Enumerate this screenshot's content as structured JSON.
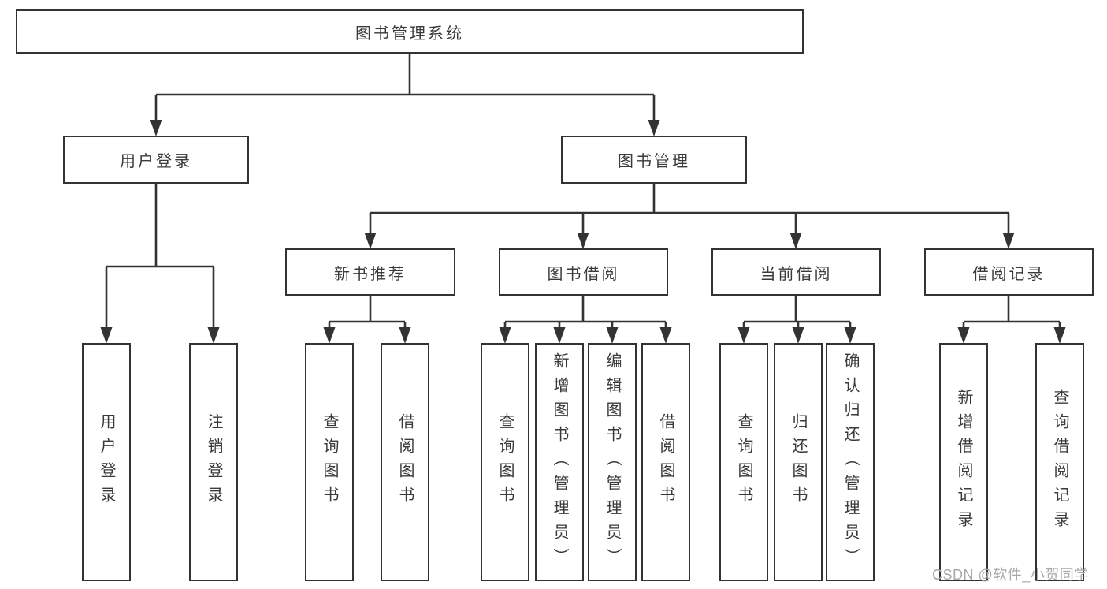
{
  "diagram": {
    "type": "hierarchy-tree",
    "line_color": "#333333",
    "box_background": "#ffffff",
    "text_color": "#3a3a3a",
    "root": "图书管理系统",
    "branches": [
      {
        "label": "用户登录",
        "children": [
          "用户登录",
          "注销登录"
        ]
      },
      {
        "label": "图书管理",
        "children": [
          {
            "label": "新书推荐",
            "children": [
              "查询图书",
              "借阅图书"
            ]
          },
          {
            "label": "图书借阅",
            "children": [
              "查询图书",
              "新增图书（管理员）",
              "编辑图书（管理员）",
              "借阅图书"
            ]
          },
          {
            "label": "当前借阅",
            "children": [
              "查询图书",
              "归还图书",
              "确认归还（管理员）"
            ]
          },
          {
            "label": "借阅记录",
            "children": [
              "新增借阅记录",
              "查询借阅记录"
            ]
          }
        ]
      }
    ],
    "watermark": "CSDN @软件_小贺同学"
  }
}
